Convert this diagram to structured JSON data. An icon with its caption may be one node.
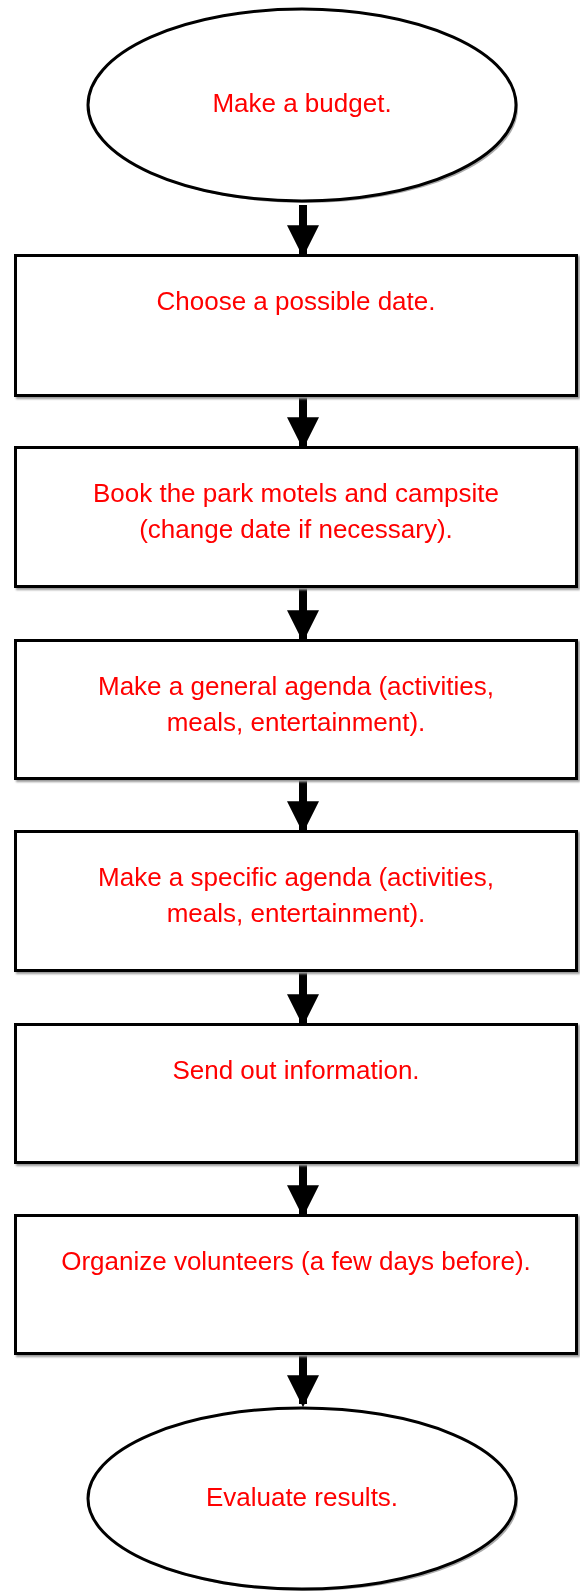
{
  "diagram": {
    "nodes": [
      {
        "text": [
          "Make a budget."
        ]
      },
      {
        "text": [
          "Choose a possible date."
        ]
      },
      {
        "text": [
          "Book the park motels and campsite (change date if necessary)."
        ]
      },
      {
        "text": [
          "Make a general agenda (activities, meals, entertainment)."
        ]
      },
      {
        "text": [
          "Make a specific agenda (activities, meals, entertainment)."
        ]
      },
      {
        "text": [
          "Send out information."
        ]
      },
      {
        "text": [
          "Organize volunteers (a few days before)."
        ]
      },
      {
        "text": [
          "Evaluate results."
        ]
      }
    ],
    "edges": [
      {
        "from": 0,
        "to": 1,
        "arrow": "to"
      },
      {
        "from": 1,
        "to": 2,
        "arrow": "to"
      },
      {
        "from": 2,
        "to": 3,
        "arrow": "to"
      },
      {
        "from": 3,
        "to": 4,
        "arrow": "to"
      },
      {
        "from": 4,
        "to": 5,
        "arrow": "to"
      },
      {
        "from": 5,
        "to": 6,
        "arrow": "to"
      },
      {
        "from": 6,
        "to": 7,
        "arrow": "to"
      }
    ]
  }
}
